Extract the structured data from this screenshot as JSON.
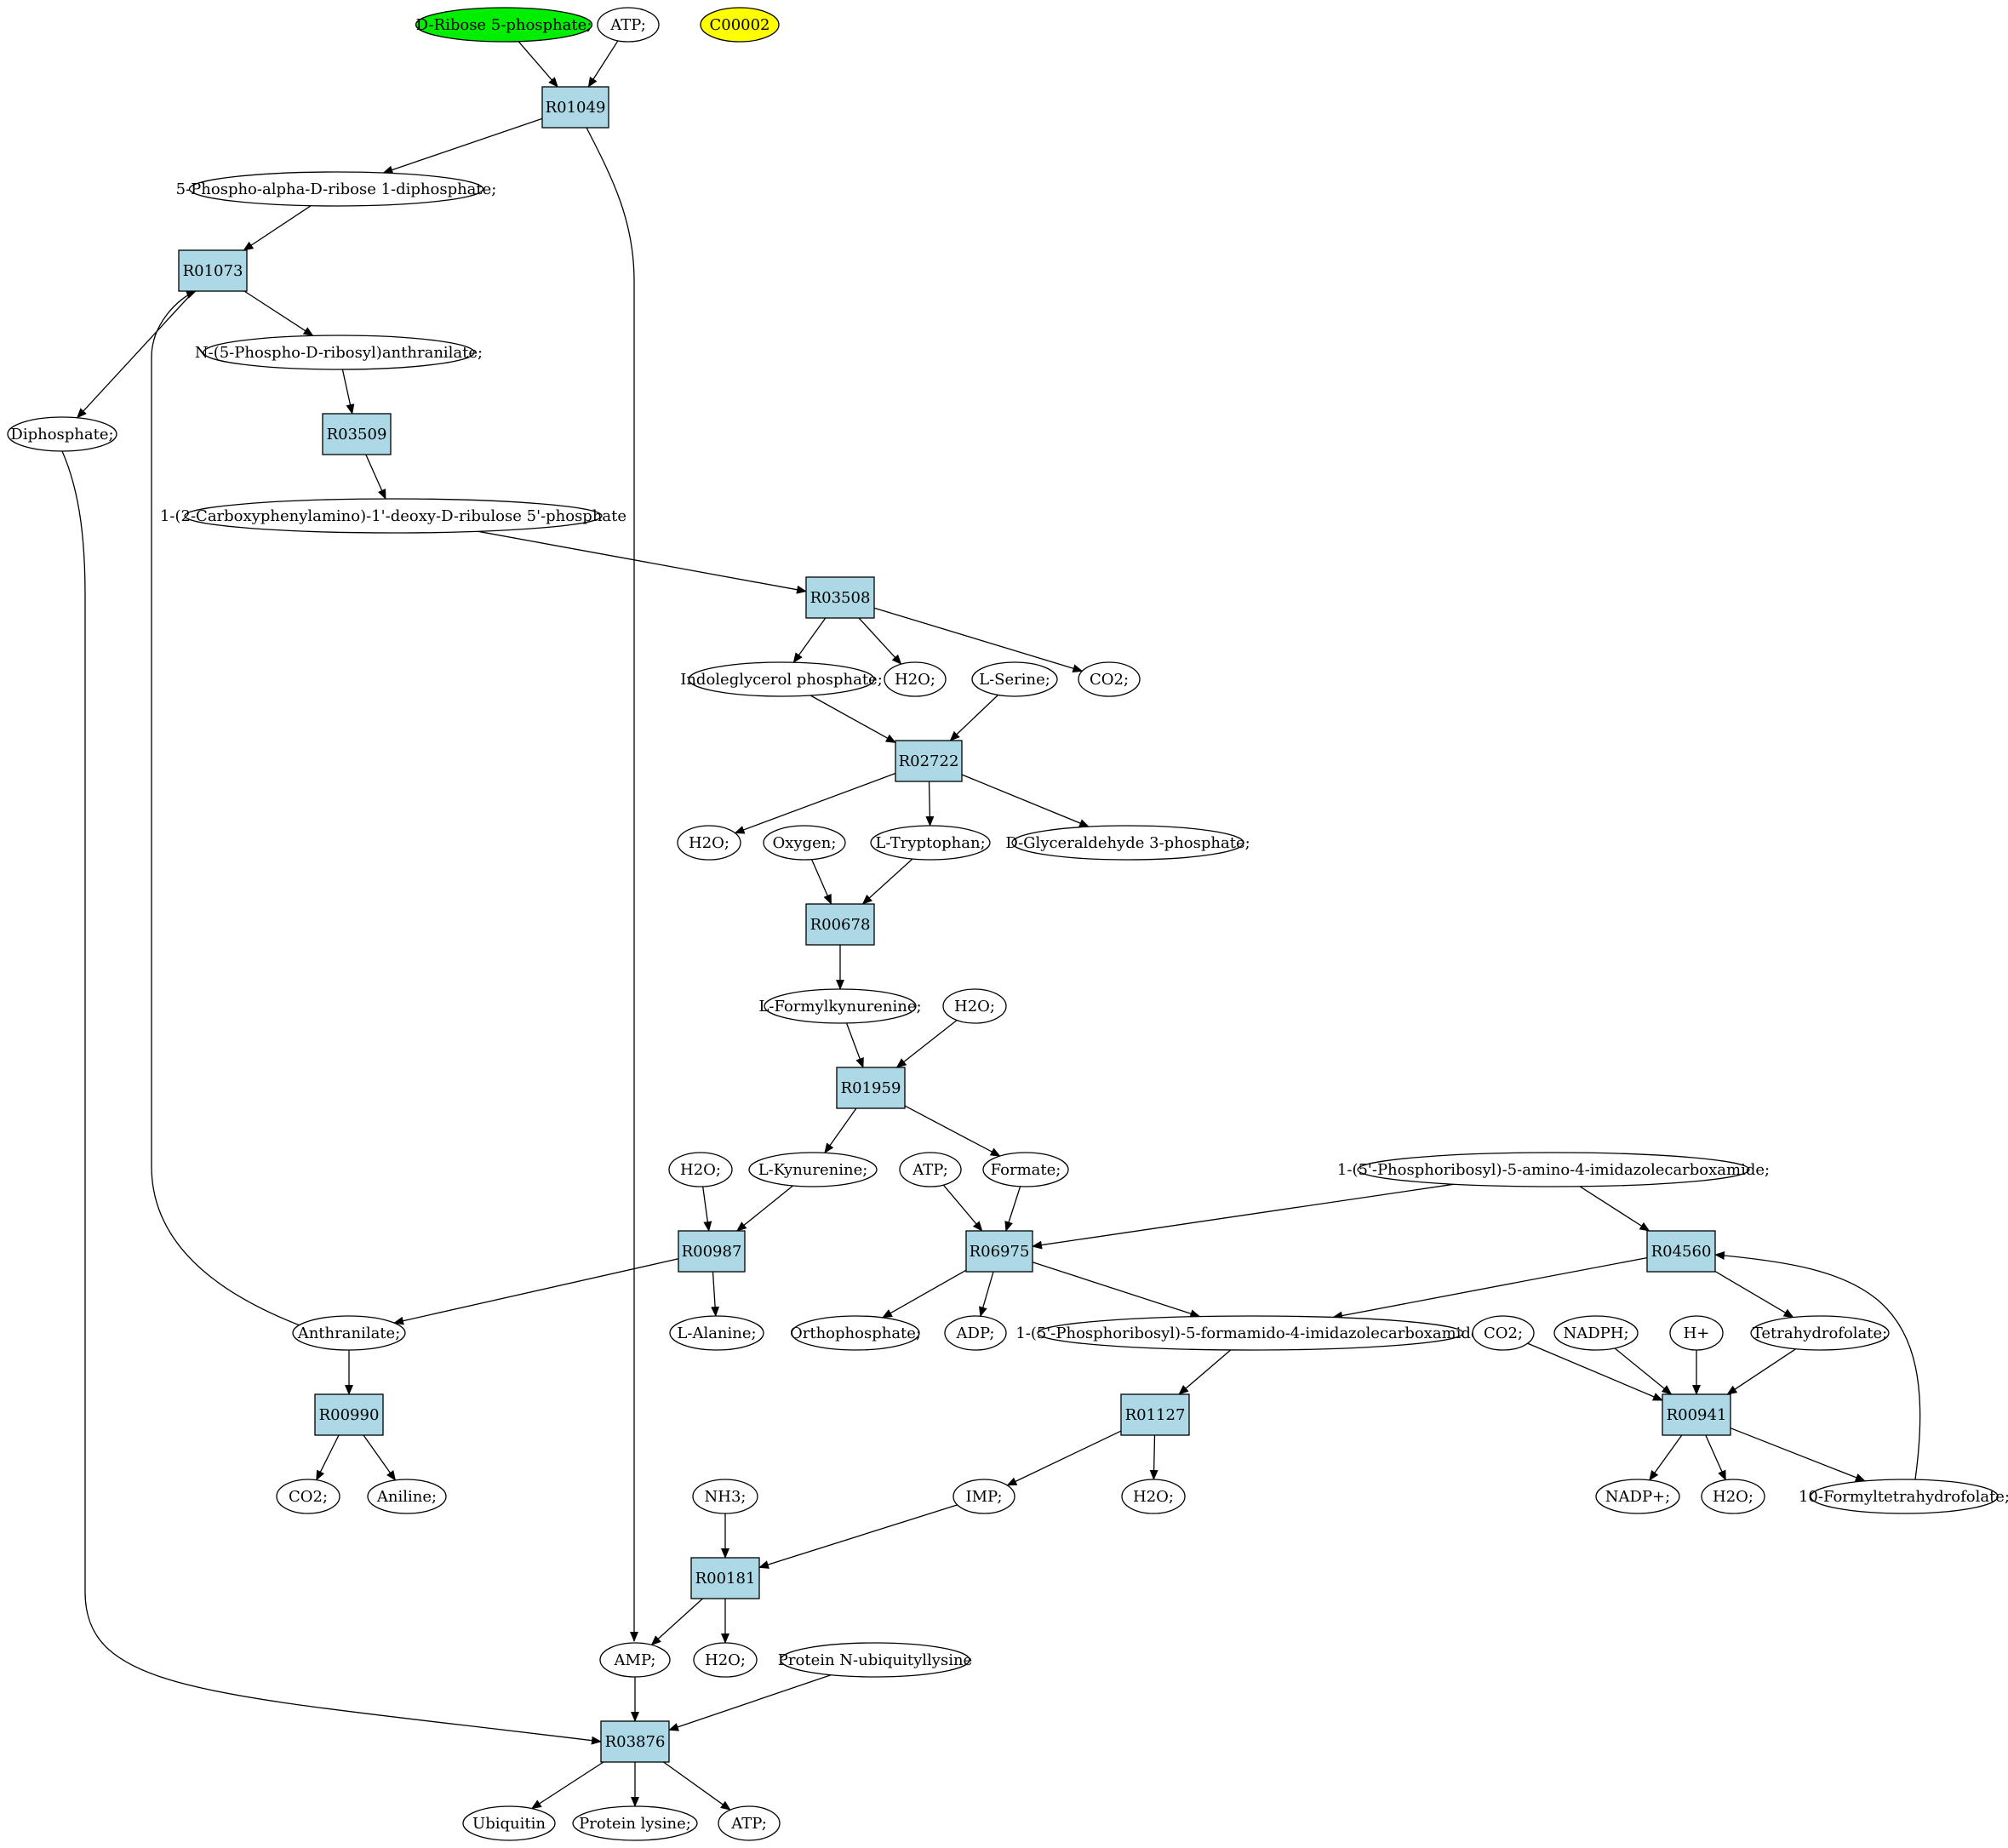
{
  "colors": {
    "reaction_fill": "#add8e6",
    "metabolite_fill": "#ffffff",
    "start_highlight": "#00ee00",
    "target_highlight": "#ffff00",
    "stroke": "#000000"
  },
  "nodes": [
    {
      "id": "rib5p",
      "kind": "metabolite",
      "label": "D-Ribose 5-phosphate;",
      "highlight": "start"
    },
    {
      "id": "atp1",
      "kind": "metabolite",
      "label": "ATP;"
    },
    {
      "id": "c00002",
      "kind": "metabolite",
      "label": "C00002",
      "highlight": "target"
    },
    {
      "id": "R01049",
      "kind": "reaction",
      "label": "R01049"
    },
    {
      "id": "prpp",
      "kind": "metabolite",
      "label": "5-Phospho-alpha-D-ribose 1-diphosphate;"
    },
    {
      "id": "R01073",
      "kind": "reaction",
      "label": "R01073"
    },
    {
      "id": "npra",
      "kind": "metabolite",
      "label": "N-(5-Phospho-D-ribosyl)anthranilate;"
    },
    {
      "id": "diphos",
      "kind": "metabolite",
      "label": "Diphosphate;"
    },
    {
      "id": "R03509",
      "kind": "reaction",
      "label": "R03509"
    },
    {
      "id": "cdrp",
      "kind": "metabolite",
      "label": "1-(2-Carboxyphenylamino)-1'-deoxy-D-ribulose 5'-phosphate"
    },
    {
      "id": "R03508",
      "kind": "reaction",
      "label": "R03508"
    },
    {
      "id": "igp",
      "kind": "metabolite",
      "label": "Indoleglycerol phosphate;"
    },
    {
      "id": "h2o_a",
      "kind": "metabolite",
      "label": "H2O;"
    },
    {
      "id": "ser",
      "kind": "metabolite",
      "label": "L-Serine;"
    },
    {
      "id": "co2_a",
      "kind": "metabolite",
      "label": "CO2;"
    },
    {
      "id": "R02722",
      "kind": "reaction",
      "label": "R02722"
    },
    {
      "id": "h2o_b",
      "kind": "metabolite",
      "label": "H2O;"
    },
    {
      "id": "oxy",
      "kind": "metabolite",
      "label": "Oxygen;"
    },
    {
      "id": "trp",
      "kind": "metabolite",
      "label": "L-Tryptophan;"
    },
    {
      "id": "g3p",
      "kind": "metabolite",
      "label": "D-Glyceraldehyde 3-phosphate;"
    },
    {
      "id": "R00678",
      "kind": "reaction",
      "label": "R00678"
    },
    {
      "id": "fkyn",
      "kind": "metabolite",
      "label": "L-Formylkynurenine;"
    },
    {
      "id": "h2o_c",
      "kind": "metabolite",
      "label": "H2O;"
    },
    {
      "id": "R01959",
      "kind": "reaction",
      "label": "R01959"
    },
    {
      "id": "h2o_d",
      "kind": "metabolite",
      "label": "H2O;"
    },
    {
      "id": "kyn",
      "kind": "metabolite",
      "label": "L-Kynurenine;"
    },
    {
      "id": "atp2",
      "kind": "metabolite",
      "label": "ATP;"
    },
    {
      "id": "formate",
      "kind": "metabolite",
      "label": "Formate;"
    },
    {
      "id": "aicar",
      "kind": "metabolite",
      "label": "1-(5'-Phosphoribosyl)-5-amino-4-imidazolecarboxamide;"
    },
    {
      "id": "R00987",
      "kind": "reaction",
      "label": "R00987"
    },
    {
      "id": "R06975",
      "kind": "reaction",
      "label": "R06975"
    },
    {
      "id": "R04560",
      "kind": "reaction",
      "label": "R04560"
    },
    {
      "id": "anth",
      "kind": "metabolite",
      "label": "Anthranilate;"
    },
    {
      "id": "ala",
      "kind": "metabolite",
      "label": "L-Alanine;"
    },
    {
      "id": "orthop",
      "kind": "metabolite",
      "label": "Orthophosphate;"
    },
    {
      "id": "adp",
      "kind": "metabolite",
      "label": "ADP;"
    },
    {
      "id": "faicar",
      "kind": "metabolite",
      "label": "1-(5'-Phosphoribosyl)-5-formamido-4-imidazolecarboxamide;"
    },
    {
      "id": "co2_b",
      "kind": "metabolite",
      "label": "CO2;"
    },
    {
      "id": "nadph",
      "kind": "metabolite",
      "label": "NADPH;"
    },
    {
      "id": "hplus",
      "kind": "metabolite",
      "label": "H+"
    },
    {
      "id": "thf",
      "kind": "metabolite",
      "label": "Tetrahydrofolate;"
    },
    {
      "id": "R00990",
      "kind": "reaction",
      "label": "R00990"
    },
    {
      "id": "R01127",
      "kind": "reaction",
      "label": "R01127"
    },
    {
      "id": "R00941",
      "kind": "reaction",
      "label": "R00941"
    },
    {
      "id": "co2_c",
      "kind": "metabolite",
      "label": "CO2;"
    },
    {
      "id": "aniline",
      "kind": "metabolite",
      "label": "Aniline;"
    },
    {
      "id": "nh3",
      "kind": "metabolite",
      "label": "NH3;"
    },
    {
      "id": "imp",
      "kind": "metabolite",
      "label": "IMP;"
    },
    {
      "id": "h2o_e",
      "kind": "metabolite",
      "label": "H2O;"
    },
    {
      "id": "nadp",
      "kind": "metabolite",
      "label": "NADP+;"
    },
    {
      "id": "h2o_f",
      "kind": "metabolite",
      "label": "H2O;"
    },
    {
      "id": "fthf",
      "kind": "metabolite",
      "label": "10-Formyltetrahydrofolate;"
    },
    {
      "id": "R00181",
      "kind": "reaction",
      "label": "R00181"
    },
    {
      "id": "amp",
      "kind": "metabolite",
      "label": "AMP;"
    },
    {
      "id": "h2o_g",
      "kind": "metabolite",
      "label": "H2O;"
    },
    {
      "id": "pnub",
      "kind": "metabolite",
      "label": "Protein N-ubiquityllysine"
    },
    {
      "id": "R03876",
      "kind": "reaction",
      "label": "R03876"
    },
    {
      "id": "ubiq",
      "kind": "metabolite",
      "label": "Ubiquitin"
    },
    {
      "id": "plys",
      "kind": "metabolite",
      "label": "Protein lysine;"
    },
    {
      "id": "atp3",
      "kind": "metabolite",
      "label": "ATP;"
    }
  ],
  "edges": [
    {
      "from": "rib5p",
      "to": "R01049"
    },
    {
      "from": "atp1",
      "to": "R01049"
    },
    {
      "from": "R01049",
      "to": "prpp"
    },
    {
      "from": "R01049",
      "to": "amp"
    },
    {
      "from": "prpp",
      "to": "R01073"
    },
    {
      "from": "R01073",
      "to": "npra"
    },
    {
      "from": "R01073",
      "to": "diphos"
    },
    {
      "from": "anth",
      "to": "R01073"
    },
    {
      "from": "npra",
      "to": "R03509"
    },
    {
      "from": "R03509",
      "to": "cdrp"
    },
    {
      "from": "cdrp",
      "to": "R03508"
    },
    {
      "from": "R03508",
      "to": "igp"
    },
    {
      "from": "R03508",
      "to": "h2o_a"
    },
    {
      "from": "R03508",
      "to": "co2_a"
    },
    {
      "from": "igp",
      "to": "R02722"
    },
    {
      "from": "ser",
      "to": "R02722"
    },
    {
      "from": "R02722",
      "to": "h2o_b"
    },
    {
      "from": "R02722",
      "to": "trp"
    },
    {
      "from": "R02722",
      "to": "g3p"
    },
    {
      "from": "oxy",
      "to": "R00678"
    },
    {
      "from": "trp",
      "to": "R00678"
    },
    {
      "from": "R00678",
      "to": "fkyn"
    },
    {
      "from": "fkyn",
      "to": "R01959"
    },
    {
      "from": "h2o_c",
      "to": "R01959"
    },
    {
      "from": "R01959",
      "to": "kyn"
    },
    {
      "from": "R01959",
      "to": "formate"
    },
    {
      "from": "h2o_d",
      "to": "R00987"
    },
    {
      "from": "kyn",
      "to": "R00987"
    },
    {
      "from": "atp2",
      "to": "R06975"
    },
    {
      "from": "formate",
      "to": "R06975"
    },
    {
      "from": "aicar",
      "to": "R06975"
    },
    {
      "from": "aicar",
      "to": "R04560"
    },
    {
      "from": "R00987",
      "to": "anth"
    },
    {
      "from": "R00987",
      "to": "ala"
    },
    {
      "from": "R06975",
      "to": "orthop"
    },
    {
      "from": "R06975",
      "to": "adp"
    },
    {
      "from": "R06975",
      "to": "faicar"
    },
    {
      "from": "R04560",
      "to": "faicar"
    },
    {
      "from": "R04560",
      "to": "thf"
    },
    {
      "from": "fthf",
      "to": "R04560"
    },
    {
      "from": "anth",
      "to": "R00990"
    },
    {
      "from": "R00990",
      "to": "co2_c"
    },
    {
      "from": "R00990",
      "to": "aniline"
    },
    {
      "from": "faicar",
      "to": "R01127"
    },
    {
      "from": "R01127",
      "to": "imp"
    },
    {
      "from": "R01127",
      "to": "h2o_e"
    },
    {
      "from": "co2_b",
      "to": "R00941"
    },
    {
      "from": "nadph",
      "to": "R00941"
    },
    {
      "from": "hplus",
      "to": "R00941"
    },
    {
      "from": "thf",
      "to": "R00941"
    },
    {
      "from": "R00941",
      "to": "nadp"
    },
    {
      "from": "R00941",
      "to": "h2o_f"
    },
    {
      "from": "R00941",
      "to": "fthf"
    },
    {
      "from": "nh3",
      "to": "R00181"
    },
    {
      "from": "imp",
      "to": "R00181"
    },
    {
      "from": "R00181",
      "to": "amp"
    },
    {
      "from": "R00181",
      "to": "h2o_g"
    },
    {
      "from": "amp",
      "to": "R03876"
    },
    {
      "from": "pnub",
      "to": "R03876"
    },
    {
      "from": "diphos",
      "to": "R03876"
    },
    {
      "from": "R03876",
      "to": "ubiq"
    },
    {
      "from": "R03876",
      "to": "plys"
    },
    {
      "from": "R03876",
      "to": "atp3"
    }
  ]
}
